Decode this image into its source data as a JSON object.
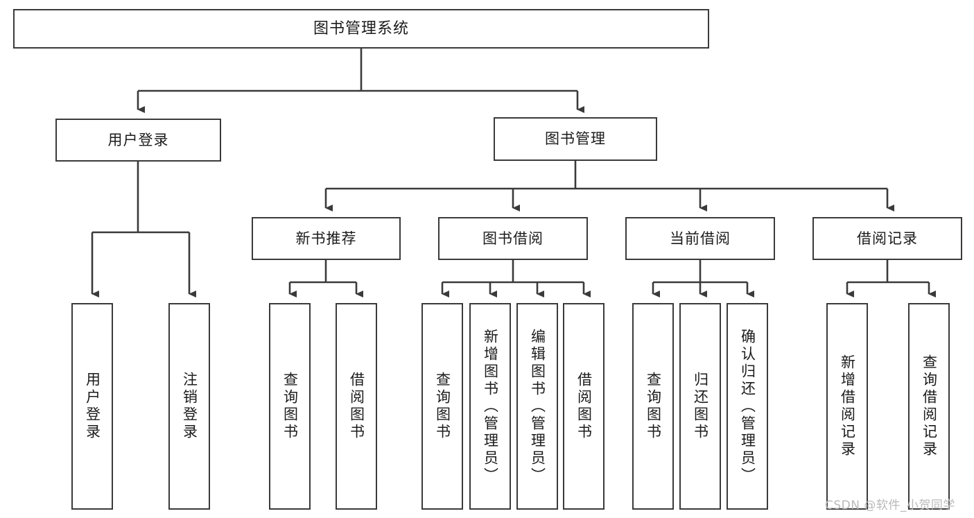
{
  "diagram": {
    "title": "图书管理系统",
    "type": "tree",
    "watermark": "CSDN @软件_小贺同学",
    "colors": {
      "box_border": "#3a3a3a",
      "box_fill": "#ffffff",
      "connector": "#3a3a3a",
      "text": "#1b1b1b",
      "watermark": "#b9b9b9",
      "background": "#ffffff"
    },
    "root": {
      "label": "图书管理系统"
    },
    "level1": [
      {
        "label": "用户登录"
      },
      {
        "label": "图书管理"
      }
    ],
    "level2": [
      {
        "label": "新书推荐"
      },
      {
        "label": "图书借阅"
      },
      {
        "label": "当前借阅"
      },
      {
        "label": "借阅记录"
      }
    ],
    "leaves": {
      "user_login": [
        {
          "label": "用户登录"
        },
        {
          "label": "注销登录"
        }
      ],
      "new_book_recommend": [
        {
          "label": "查询图书"
        },
        {
          "label": "借阅图书"
        }
      ],
      "book_borrow": [
        {
          "label": "查询图书"
        },
        {
          "label": "新增图书（管理员）"
        },
        {
          "label": "编辑图书（管理员）"
        },
        {
          "label": "借阅图书"
        }
      ],
      "current_borrow": [
        {
          "label": "查询图书"
        },
        {
          "label": "归还图书"
        },
        {
          "label": "确认归还（管理员）"
        }
      ],
      "borrow_record": [
        {
          "label": "新增借阅记录"
        },
        {
          "label": "查询借阅记录"
        }
      ]
    }
  }
}
